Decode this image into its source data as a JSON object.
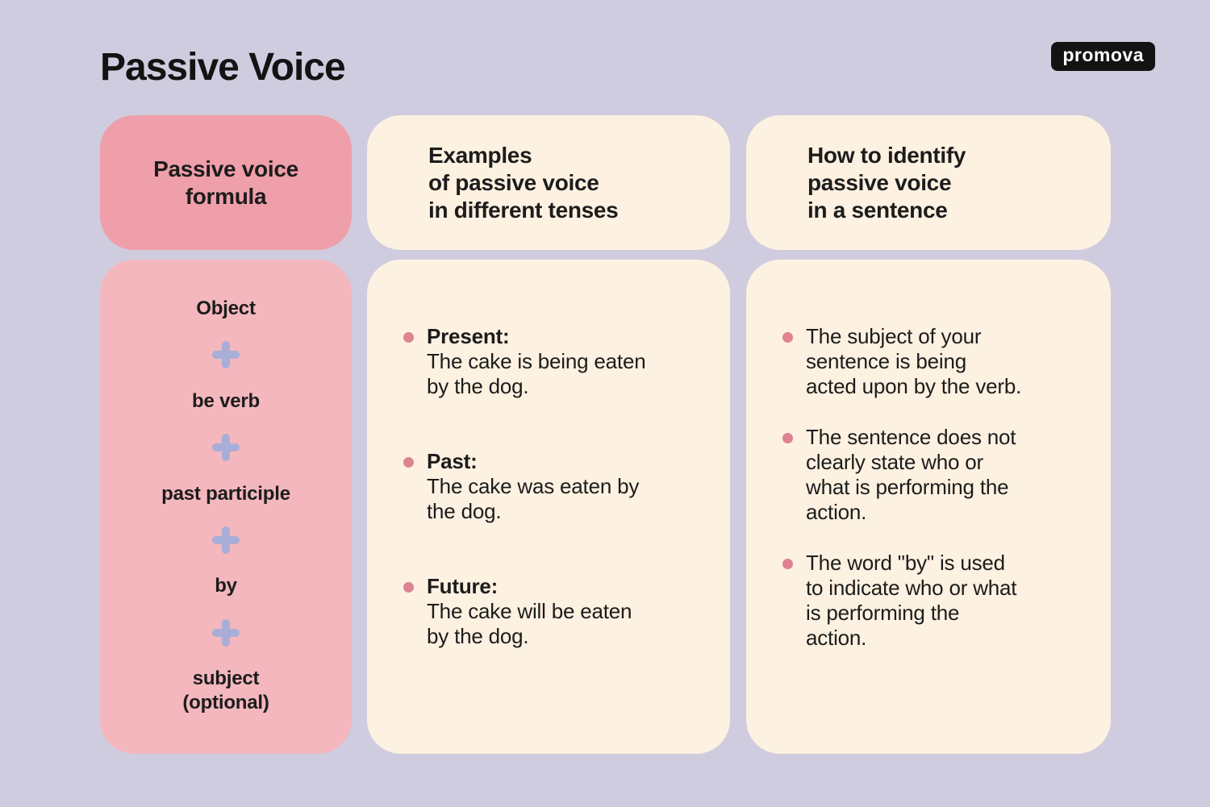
{
  "page": {
    "title": "Passive Voice",
    "logo": "promova"
  },
  "colors": {
    "background": "#cfccdf",
    "pink_header": "#ef9fa9",
    "pink_body": "#f3b7bd",
    "cream_card": "#fdf1e1",
    "plus_icon": "#a8aed7",
    "bullet_dot": "#df8292",
    "text": "#1c1c1c"
  },
  "columns": {
    "formula": {
      "header": "Passive voice\nformula",
      "items": [
        "Object",
        "be verb",
        "past participle",
        "by",
        "subject\n(optional)"
      ]
    },
    "examples": {
      "header": "Examples\nof passive voice\nin different tenses",
      "bullets": [
        {
          "label": "Present:",
          "text": "The cake is being eaten\nby the dog."
        },
        {
          "label": "Past:",
          "text": "The cake was eaten by\nthe dog."
        },
        {
          "label": "Future:",
          "text": "The cake will be eaten\nby the dog."
        }
      ]
    },
    "identify": {
      "header": "How to identify\npassive voice\nin a sentence",
      "bullets": [
        {
          "text": "The subject of your\nsentence is being\nacted upon by the verb."
        },
        {
          "text": "The sentence does not\nclearly state who or\nwhat is performing the\naction."
        },
        {
          "text": "The word \"by\" is used\nto indicate who or what\nis performing the\naction."
        }
      ]
    }
  }
}
